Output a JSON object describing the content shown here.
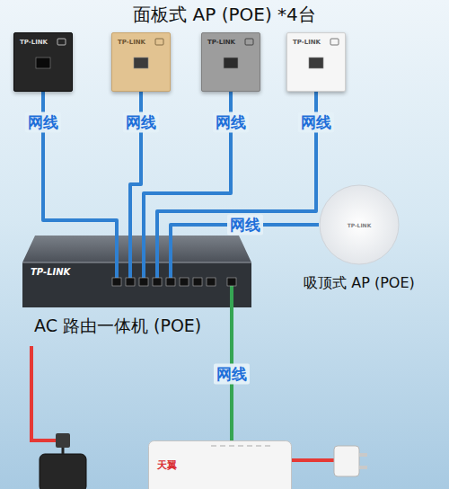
{
  "diagram": {
    "title": "面板式 AP (POE) *4台",
    "nodes": [
      {
        "text": [
          "TP-LINK"
        ]
      },
      {
        "text": [
          "TP-LINK"
        ]
      },
      {
        "text": [
          "TP-LINK"
        ]
      },
      {
        "text": [
          "TP-LINK"
        ]
      },
      {
        "text": [
          "TP-LINK",
          "吸顶式 AP (POE)"
        ]
      },
      {
        "text": [
          "TP-LINK",
          "AC 路由一体机 (POE)"
        ]
      },
      {
        "text": [
          "天翼"
        ]
      }
    ],
    "edges": [
      {
        "from": 0,
        "to": 5,
        "label": "网线",
        "arrow": "none"
      },
      {
        "from": 1,
        "to": 5,
        "label": "网线",
        "arrow": "none"
      },
      {
        "from": 2,
        "to": 5,
        "label": "网线",
        "arrow": "none"
      },
      {
        "from": 3,
        "to": 5,
        "label": "网线",
        "arrow": "none"
      },
      {
        "from": 4,
        "to": 5,
        "label": "网线",
        "arrow": "none"
      },
      {
        "from": 5,
        "to": 6,
        "label": "网线",
        "arrow": "none"
      }
    ]
  }
}
